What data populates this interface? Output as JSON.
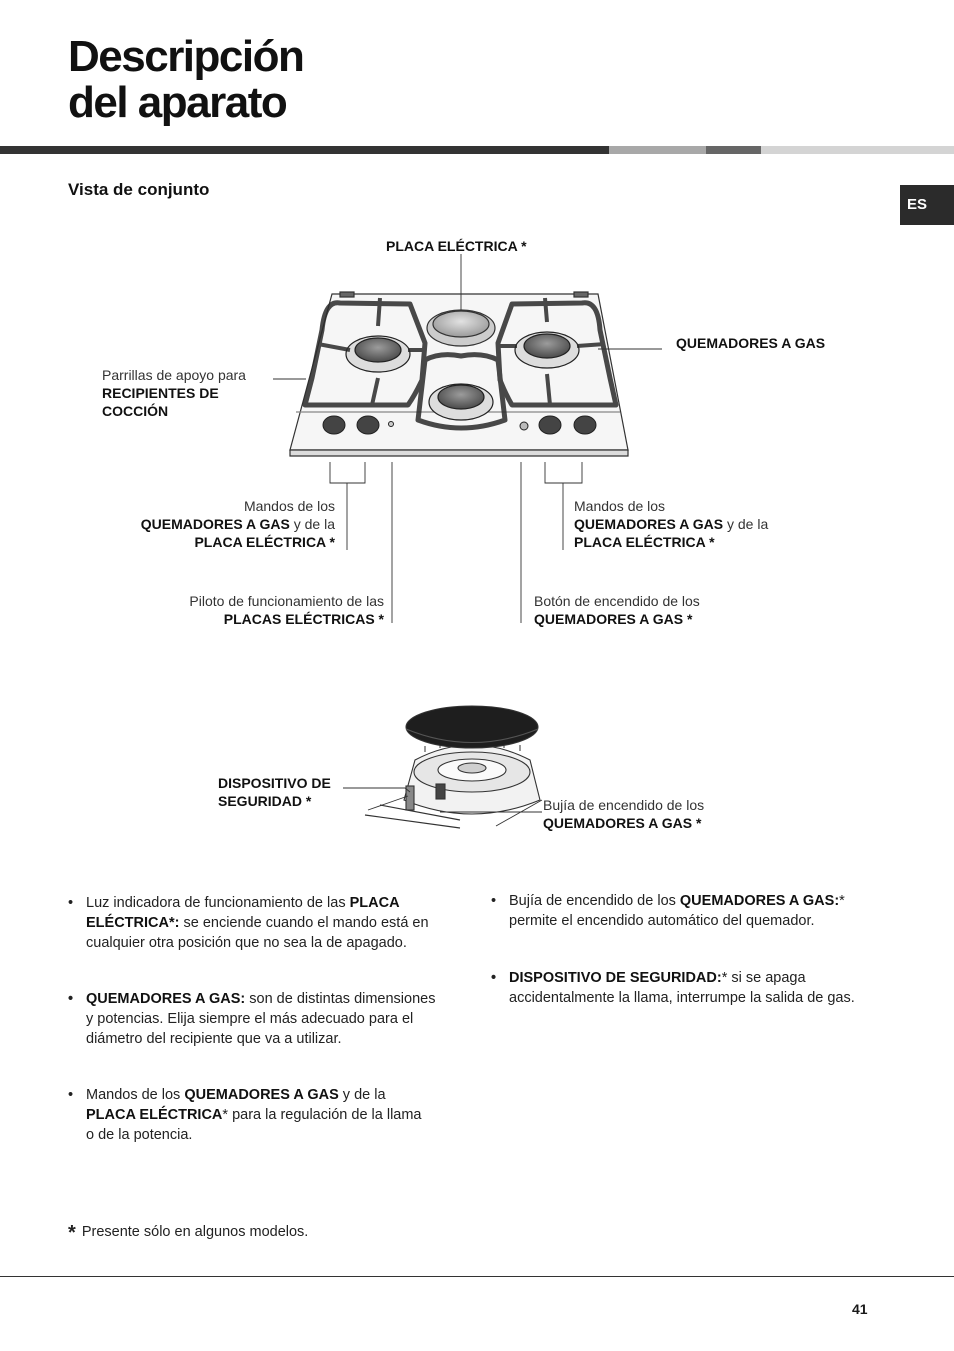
{
  "header": {
    "title_line1": "Descripción",
    "title_line2": "del aparato",
    "lang_tab": "ES"
  },
  "section": {
    "subtitle": "Vista de conjunto"
  },
  "labels": {
    "placa_electrica": "PLACA ELÉCTRICA *",
    "quemadores_gas": "QUEMADORES A GAS",
    "parrillas_a": "Parrillas de apoyo para",
    "parrillas_b": "RECIPIENTES DE",
    "parrillas_c": "COCCIÓN",
    "mandos_left_a": "Mandos de los",
    "mandos_left_b": "QUEMADORES A GAS",
    "mandos_left_c": " y de la",
    "mandos_left_d": "PLACA ELÉCTRICA *",
    "mandos_right_a": "Mandos de los",
    "mandos_right_b": "QUEMADORES A GAS",
    "mandos_right_c": " y de la",
    "mandos_right_d": "PLACA ELÉCTRICA *",
    "piloto_a": "Piloto de funcionamiento de las",
    "piloto_b": "PLACAS ELÉCTRICAS *",
    "boton_a": "Botón de encendido de los",
    "boton_b": "QUEMADORES A GAS *",
    "dispositivo_a": "DISPOSITIVO DE",
    "dispositivo_b": "SEGURIDAD *",
    "bujia_a": "Bujía de encendido de los",
    "bujia_b": "QUEMADORES A GAS *"
  },
  "bullets_left": [
    {
      "pre": "Luz indicadora de funcionamiento de las ",
      "bold": "PLACA ELÉCTRICA*:",
      "post": " se enciende cuando el mando está en cualquier otra posición que no sea la de apagado."
    },
    {
      "pre": "",
      "bold": "QUEMADORES A GAS:",
      "post": " son de distintas dimensiones y potencias. Elija siempre el más adecuado para el diámetro del recipiente que va a utilizar."
    },
    {
      "pre": "Mandos de los ",
      "bold": "QUEMADORES A GAS",
      "mid": " y de la ",
      "bold2": "PLACA ELÉCTRICA",
      "post": "*  para la regulación de la llama o de la potencia."
    }
  ],
  "bullets_right": [
    {
      "pre": "Bujía de encendido de los ",
      "bold": "QUEMADORES A GAS:",
      "post": "* permite el encendido automático del quemador."
    },
    {
      "pre": "",
      "bold": "DISPOSITIVO DE SEGURIDAD:",
      "post": "* si se apaga accidentalmente la llama, interrumpe la salida de gas."
    }
  ],
  "footnote": {
    "star": "*",
    "text": " Presente sólo en algunos modelos."
  },
  "page_number": "41"
}
